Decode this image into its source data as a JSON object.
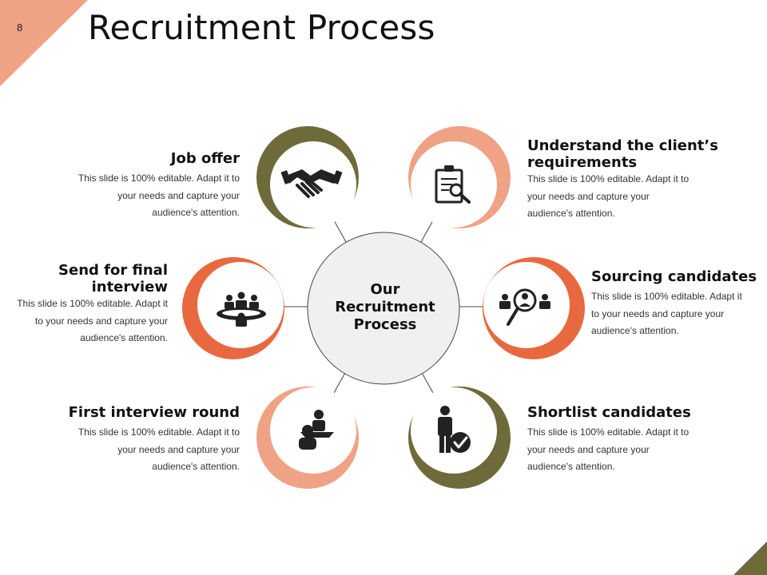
{
  "slide": {
    "page_number": "8",
    "title": "Recruitment Process",
    "colors": {
      "olive": "#6f6a3a",
      "salmon": "#f0a285",
      "orange": "#e8693f",
      "center_fill": "#f0f0f0"
    }
  },
  "center": {
    "label": "Our Recruitment Process"
  },
  "steps": [
    {
      "title": "Job offer",
      "body": "This slide is 100% editable. Adapt it to your needs and capture your audience's attention.",
      "icon": "handshake-icon"
    },
    {
      "title": "Understand the client’s requirements",
      "body": "This slide is 100% editable. Adapt it to your needs and capture your audience's attention.",
      "icon": "clipboard-search-icon"
    },
    {
      "title": "Send for final interview",
      "body": "This slide is 100% editable. Adapt it to your needs and capture your audience's attention.",
      "icon": "meeting-table-icon"
    },
    {
      "title": "Sourcing candidates",
      "body": "This slide is 100% editable. Adapt it to your needs and capture your audience's attention.",
      "icon": "people-search-icon"
    },
    {
      "title": "First interview round",
      "body": "This slide is 100% editable. Adapt it to your needs and capture your audience's attention.",
      "icon": "interview-icon"
    },
    {
      "title": "Shortlist candidates",
      "body": "This slide is 100% editable. Adapt it to your needs and capture your audience's attention.",
      "icon": "person-check-icon"
    }
  ]
}
